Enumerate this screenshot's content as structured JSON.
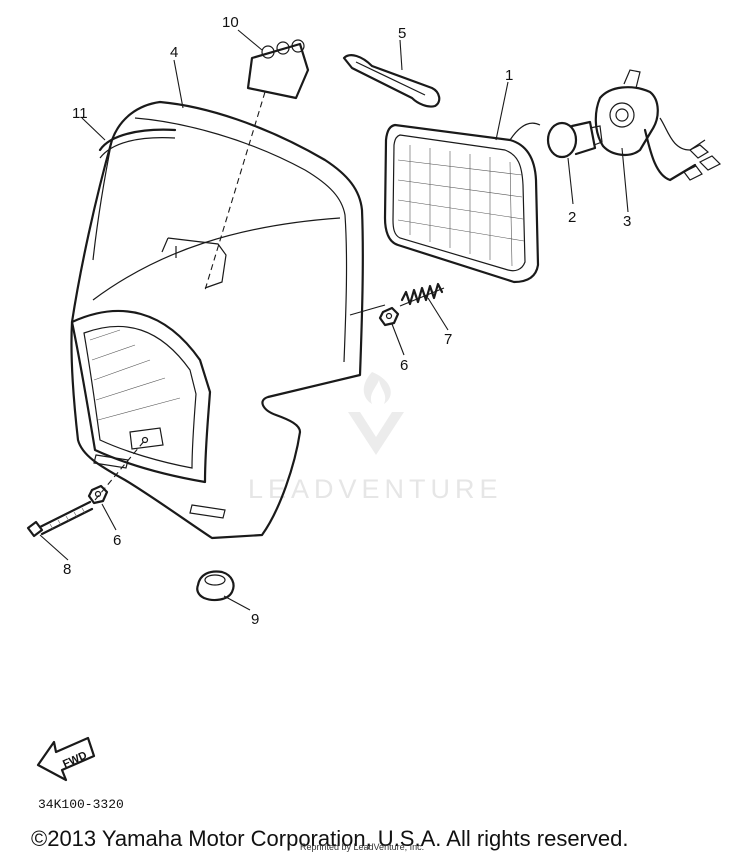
{
  "diagram_code": "34K100-3320",
  "copyright": "©2013 Yamaha Motor Corporation, U.S.A. All rights reserved.",
  "reprint_note": "Reprinted by LeadVenture, Inc.",
  "watermark": "LEADVENTURE",
  "fwd_label": "FWD",
  "callouts": {
    "c1": "1",
    "c2": "2",
    "c3": "3",
    "c4": "4",
    "c5": "5",
    "c6a": "6",
    "c6b": "6",
    "c7": "7",
    "c8": "8",
    "c9": "9",
    "c10": "10",
    "c11": "11"
  }
}
